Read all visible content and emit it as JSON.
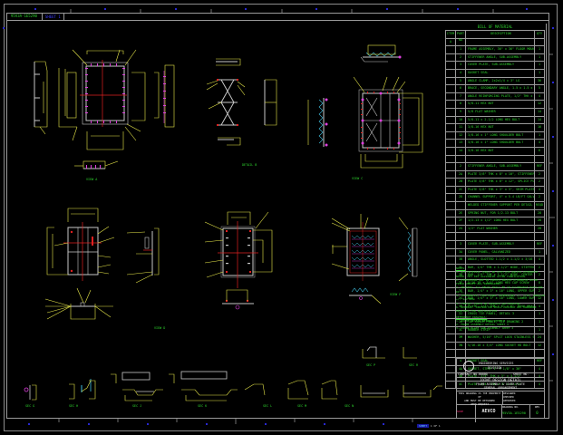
{
  "sheet": {
    "drawing_tag": "95V3A-1E5290",
    "drawing_tag_2": "SHEET 1",
    "background": "#000000",
    "colors": {
      "dimension": "#e8e84a",
      "text": "#2ed62e",
      "geometry": "#c8c8c8",
      "centerline": "#e02020",
      "bolts": "#e040e0",
      "hidden": "#40c0e0",
      "grid_marks": "#2020d0"
    }
  },
  "views": [
    {
      "id": "view-1",
      "label": "VIEW A"
    },
    {
      "id": "view-2",
      "label": "DETAIL B"
    },
    {
      "id": "view-3",
      "label": "VIEW C"
    },
    {
      "id": "view-4",
      "label": "VIEW D"
    },
    {
      "id": "view-5",
      "label": "VIEW E"
    },
    {
      "id": "view-6",
      "label": "VIEW F"
    },
    {
      "id": "view-7",
      "label": "SEC G"
    },
    {
      "id": "view-8",
      "label": "SEC H"
    },
    {
      "id": "view-9",
      "label": "SEC J"
    },
    {
      "id": "view-10",
      "label": "SEC K"
    },
    {
      "id": "view-11",
      "label": "SEC L"
    },
    {
      "id": "view-12",
      "label": "SEC M"
    },
    {
      "id": "view-13",
      "label": "SEC N"
    },
    {
      "id": "view-14",
      "label": "SEC P"
    },
    {
      "id": "view-15",
      "label": "SEC R"
    }
  ],
  "bom": {
    "title": "BILL OF MATERIAL",
    "headers": {
      "item": "ITEM",
      "part": "PART NO",
      "description": "DESCRIPTION",
      "qty": "QTY"
    },
    "rows": [
      {
        "item": "A",
        "part": "",
        "desc": "",
        "qty": ""
      },
      {
        "item": "",
        "part": "1",
        "desc": "FRAME ASSEMBLY, 36\" x 36\" FLOOR MOUNTED BASE",
        "qty": "1"
      },
      {
        "item": "",
        "part": "2",
        "desc": "STIFFENER ANGLE, SUB-ASSEMBLY",
        "qty": "1"
      },
      {
        "item": "",
        "part": "3",
        "desc": "COVER PLATE, SUB-ASSEMBLY",
        "qty": "1"
      },
      {
        "item": "",
        "part": "4",
        "desc": "GASKET SEAL",
        "qty": "1"
      },
      {
        "item": "",
        "part": "5",
        "desc": "ANGLE CLAMP, 2x2x1/4 x 3\" LG",
        "qty": "36"
      },
      {
        "item": "",
        "part": "6",
        "desc": "BRACE, SECONDARY ANGLE, 1.5 x 1.5 x 3/16 LG",
        "qty": "5"
      },
      {
        "item": "",
        "part": "7",
        "desc": "ANGLE REINFORCING PLATE, 1/2\" THK x 10 1/2\" LG",
        "qty": "4"
      },
      {
        "item": "",
        "part": "8",
        "desc": "5/8-11 HEX NUT",
        "qty": "12"
      },
      {
        "item": "",
        "part": "9",
        "desc": "5/8 FLAT WASHER",
        "qty": "14"
      },
      {
        "item": "",
        "part": "10",
        "desc": "5/8-11 x 2-1/2 LONG HEX BOLT",
        "qty": "14"
      },
      {
        "item": "",
        "part": "11",
        "desc": "3/8-16 HEX NUT",
        "qty": "16"
      },
      {
        "item": "",
        "part": "12",
        "desc": "3/8-16 x 1\" LONG SHOULDER BOLT",
        "qty": "1"
      },
      {
        "item": "",
        "part": "13",
        "desc": "3/8-16 x 1\" LONG SHOULDER BOLT",
        "qty": "4"
      },
      {
        "item": "",
        "part": "14",
        "desc": "3/8-16 HEX NUT",
        "qty": "6"
      },
      {
        "item": "",
        "part": "",
        "desc": "",
        "qty": ""
      },
      {
        "item": "",
        "part": "2",
        "desc": "STIFFENER ANGLE, SUB-ASSEMBLY",
        "qty": "REF"
      },
      {
        "item": "",
        "part": "2A",
        "desc": "PLATE 3/8\" THK x 8\" x 10\", STIFFENER ANGLE",
        "qty": "2"
      },
      {
        "item": "",
        "part": "2B",
        "desc": "PLATE 3/8\" THK x 8\" x 12\", SPLICE PLATE",
        "qty": "2"
      },
      {
        "item": "",
        "part": "2C",
        "desc": "PLATE 3/8\" THK x 3\" x 3\", SHIM PLATE",
        "qty": "4"
      },
      {
        "item": "",
        "part": "2D",
        "desc": "CHANNEL SUPPORT, 4\" x 5.4 LB/FT GALV",
        "qty": "2"
      },
      {
        "item": "",
        "part": "",
        "desc": "WELDED STIFFENER SUPPORT PER DETAIL",
        "qty": "REQD"
      },
      {
        "item": "",
        "part": "2E",
        "desc": "SPRING NUT, FOR 1/2-13 BOLT",
        "qty": "28"
      },
      {
        "item": "",
        "part": "2F",
        "desc": "1/2-13 x 1/2\" LONG HEX BOLT",
        "qty": "28"
      },
      {
        "item": "",
        "part": "2G",
        "desc": "1/2\" FLAT WASHER",
        "qty": "28"
      },
      {
        "item": "",
        "part": "",
        "desc": "",
        "qty": ""
      },
      {
        "item": "",
        "part": "3",
        "desc": "COVER PLATE, SUB-ASSEMBLY",
        "qty": "REF"
      },
      {
        "item": "",
        "part": "3A",
        "desc": "COVER PANEL, GALVANIZED",
        "qty": "1"
      },
      {
        "item": "",
        "part": "3B",
        "desc": "ANGLE, SLOTTED 1-1/2 x 1-1/2 x 3/16",
        "qty": "4"
      },
      {
        "item": "",
        "part": "3C",
        "desc": "BAR, 1/4\" THK x 1-1/2\" WIDE, STIFFENER BAR",
        "qty": "2"
      },
      {
        "item": "",
        "part": "3D",
        "desc": "BAR, 1/4\" THK x 1-1/2\" WIDE, CENTER BAR",
        "qty": "2"
      },
      {
        "item": "",
        "part": "3E",
        "desc": "5/16-18 x 3/4\" LONG HEX CAP SCREW",
        "qty": "8"
      },
      {
        "item": "",
        "part": "3F",
        "desc": "BAR, 1/4\" x 3\" x 10\" LONG, UPPER SUPPORT",
        "qty": "2"
      },
      {
        "item": "",
        "part": "3G",
        "desc": "BAR, 1/4\" x 3\" x 10\" LONG, LOWER SUPPORT",
        "qty": "12"
      },
      {
        "item": "",
        "part": "3H",
        "desc": "PLATE, 1/4\" THK x 6\" x 6\", BASE BRACKET",
        "qty": "4"
      },
      {
        "item": "",
        "part": "3J",
        "desc": "CROSS TIE PANEL, DETAIL 3",
        "qty": "1"
      },
      {
        "item": "",
        "part": "3K",
        "desc": "TOP COVER PANEL, SEE DRAWING 2",
        "qty": "1"
      },
      {
        "item": "",
        "part": "3L",
        "desc": "RUBBER STRIP",
        "qty": "1"
      },
      {
        "item": "",
        "part": "3M",
        "desc": "WASHER, 5/16\" SPLIT LOCK STAINLESS STEEL",
        "qty": "24"
      },
      {
        "item": "",
        "part": "3N",
        "desc": "5/16-18 x 3/4\" LONG SOCKET HD BOLT",
        "qty": "12"
      },
      {
        "item": "",
        "part": "",
        "desc": "",
        "qty": ""
      },
      {
        "item": "",
        "part": "4",
        "desc": "GASKET SEAL",
        "qty": "REF"
      },
      {
        "item": "",
        "part": "4A",
        "desc": "GASKET, STRIP 1\" x 1/8\" x 36\"",
        "qty": "4"
      },
      {
        "item": "",
        "part": "4B",
        "desc": "PLATE, 3/4\" THK x 3\" x 3-1/2\"",
        "qty": "4"
      },
      {
        "item": "",
        "part": "4C",
        "desc": "PLATE, 3/4\" THK x 3\" x 3-1/2\"",
        "qty": "4"
      }
    ]
  },
  "notes": {
    "header": "NOTES:",
    "items": [
      "1. ALL MATERIAL SHALL BE ASTM A36 UNLESS OTHERWISE NOTED. HOT DIP GALVANIZE AFTER FABRICATION.",
      "2. DIMENSIONS ARE IN INCHES UNLESS OTHERWISE NOTED. FIELD VERIFY ALL DIMENSIONS.",
      "3. WELDING: ALL WELDS SHALL BE IN ACCORDANCE WITH AWS D1.1.",
      "4. TOLERANCES: FRACTIONAL DIMENSIONS +/- 1/16. ANGULAR +/- 1/2 DEG.",
      "5. FINISH: TOUCH UP DAMAGED GALVANIZING.",
      "6. GENERAL: CONTRACTOR SHALL PROVIDE ALL HARDWARE REQUIRED FOR INSTALLATION."
    ],
    "header2": "REFERENCE DRAWINGS:",
    "refs": [
      "1. JOINT DESIGN DETAIL SHEET 2",
      "2. FRAME ASSEMBLY DETAIL SHEET 3",
      "3. COVER PLATE SUB-ASSEMBLY SHEET 4"
    ]
  },
  "title_block": {
    "company_line1": "ENGINEERING SERVICES",
    "company_line2": "DIVISION",
    "contract_label": "CONTRACT NO.",
    "contract_value": "00000",
    "sheet_label": "SHEET NO.",
    "title": "JOINT DESIGN DETAIL",
    "subtitle": "FRAME ASSEMBLY & COVER PLATE",
    "subtitle2": "GENERAL ARRANGEMENT",
    "subtitle3": "TYPICAL 36",
    "property_line1": "THIS DRAWING IS THE PROPERTY OF",
    "property_line2": "AND MUST BE RETURNED",
    "property_line3": "UPON REQUEST",
    "designed_label": "DESIGNED",
    "checked_label": "CHECKED",
    "approved_label": "APPROVED",
    "scale_label": "SCALE",
    "scale_value": "NONE",
    "logo_text": "AEVCO",
    "drawing_no_label": "DRAWING NO.",
    "drawing_no": "95V3A-1E5290",
    "rev_label": "REV",
    "rev": "0"
  },
  "footer": {
    "status_tag": "SHEET",
    "status_value": "1 OF 1"
  }
}
